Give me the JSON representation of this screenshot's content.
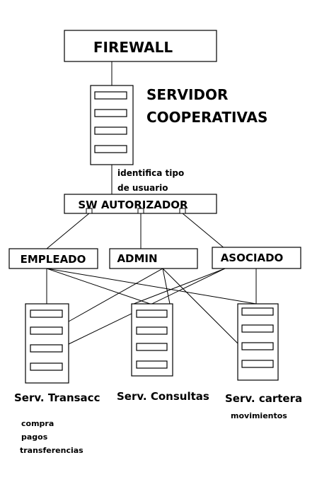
{
  "firewall": {
    "label": "FIREWALL"
  },
  "servidor": {
    "line1": "SERVIDOR",
    "line2": "COOPERATIVAS"
  },
  "annotation": {
    "line1": "identifica tipo",
    "line2": "de usuario"
  },
  "autorizador": {
    "label": "SW AUTORIZADOR"
  },
  "roles": {
    "empleado": "EMPLEADO",
    "admin": "ADMIN",
    "asociado": "ASOCIADO"
  },
  "servers": {
    "transacc": {
      "label": "Serv. Transacc",
      "items": [
        "compra",
        "pagos",
        "transferencias"
      ]
    },
    "consultas": {
      "label": "Serv. Consultas"
    },
    "cartera": {
      "label": "Serv. cartera",
      "sub": "movimientos"
    }
  }
}
